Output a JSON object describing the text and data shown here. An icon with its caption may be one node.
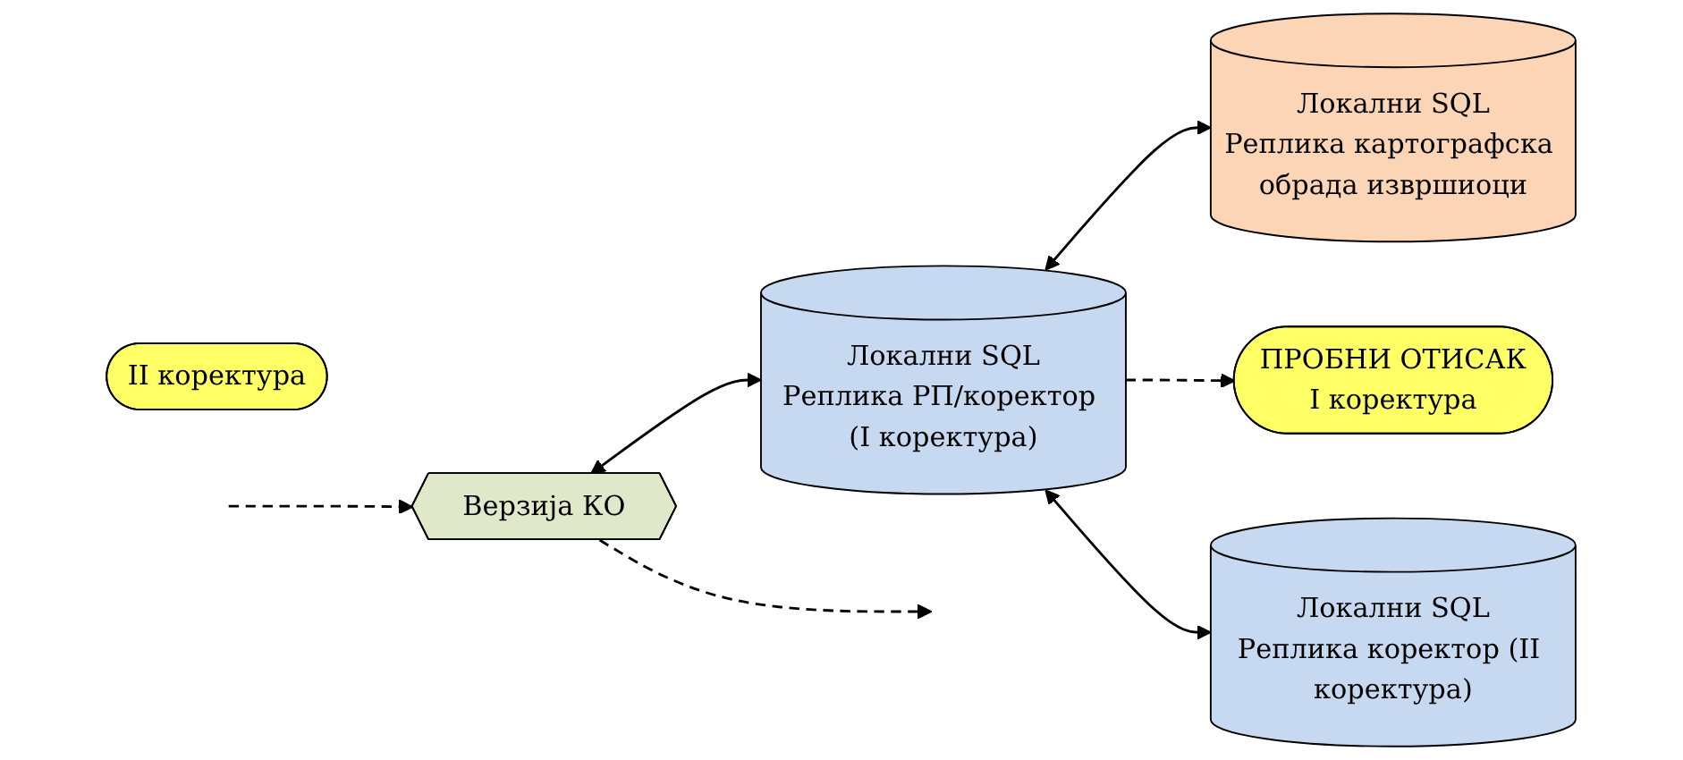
{
  "diagram": {
    "nodes": [
      {
        "text": [
          "Верзија КО"
        ]
      },
      {
        "text": [
          "Локални SQL",
          "Реплика РП/коректор (I коректура)"
        ]
      },
      {
        "text": [
          "Локални SQL",
          "Реплика картографска обрада извршиоци"
        ]
      },
      {
        "text": [
          "ПРОБНИ ОТИСАК",
          "I коректура"
        ]
      },
      {
        "text": [
          "II коректура"
        ]
      },
      {
        "text": [
          "Локални SQL",
          "Реплика коректор (II коректура)"
        ]
      }
    ],
    "edges": [
      {
        "from": 0,
        "to": null,
        "arrow": "to",
        "style": "dashed"
      },
      {
        "from": null,
        "to": 0,
        "arrow": "to",
        "style": "dashed"
      },
      {
        "from": 0,
        "to": 1,
        "arrow": "both"
      },
      {
        "from": 1,
        "to": 2,
        "arrow": "both"
      },
      {
        "from": 1,
        "to": 3,
        "arrow": "to",
        "style": "dashed"
      },
      {
        "from": 1,
        "to": 5,
        "arrow": "both"
      }
    ]
  }
}
